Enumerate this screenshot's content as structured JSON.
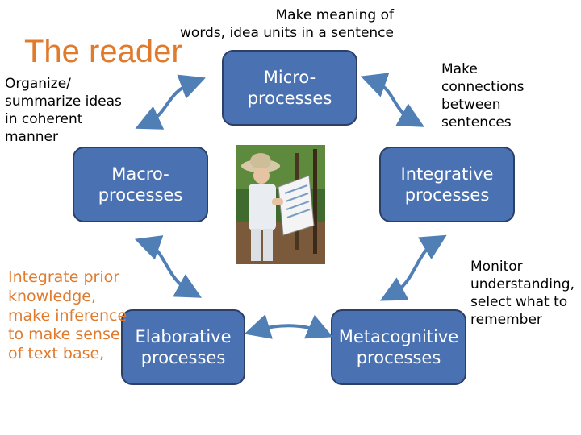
{
  "title": "The reader",
  "notes": {
    "micro": "Make meaning of\nwords, idea units in a sentence",
    "macro": "Organize/\nsummarize ideas\nin coherent\nmanner",
    "integrative": "Make\nconnections\nbetween\nsentences",
    "elaborative": "Integrate prior\nknowledge,\nmake inference\nto make sense\nof text base,",
    "metacognitive": "Monitor\nunderstanding,\nselect what to\nremember"
  },
  "boxes": {
    "micro": "Micro-\nprocesses",
    "macro": "Macro-\nprocesses",
    "integrative": "Integrative\nprocesses",
    "elaborative": "Elaborative\nprocesses",
    "metacognitive": "Metacognitive\nprocesses"
  },
  "colors": {
    "box_fill": "#4a72b2",
    "box_border": "#2c3f66",
    "title": "#e07b2e",
    "arrow": "#4f7fb5"
  },
  "icons": [
    "curved-double-arrow-icon"
  ],
  "image": "photo of child in hat writing on clipboard"
}
